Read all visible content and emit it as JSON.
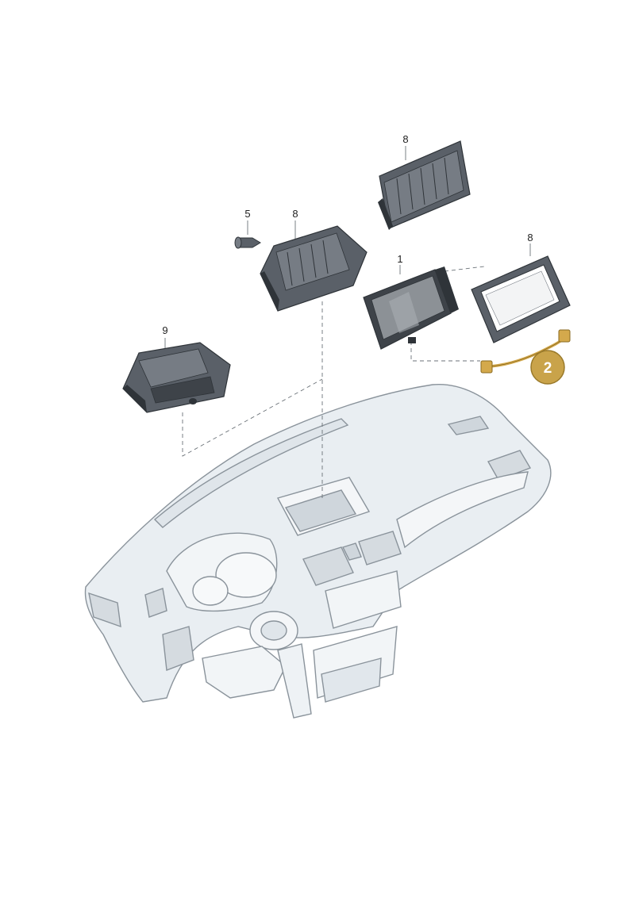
{
  "callouts": {
    "display_unit": "1",
    "bracket_upper": "8",
    "bracket_center": "8",
    "display_frame": "8",
    "screw": "5",
    "storage_tray": "9"
  },
  "highlight": {
    "label": "2",
    "fill": "#c9a34a",
    "stroke": "#9a7a2a",
    "part_color": "#d4a94c"
  },
  "colors": {
    "line": "#4a4f55",
    "part_fill": "#5a6068",
    "part_dark": "#2f3439",
    "dash_fill": "#e9eef2",
    "dash_stroke": "#8a939b",
    "glass": "#8c9196"
  }
}
